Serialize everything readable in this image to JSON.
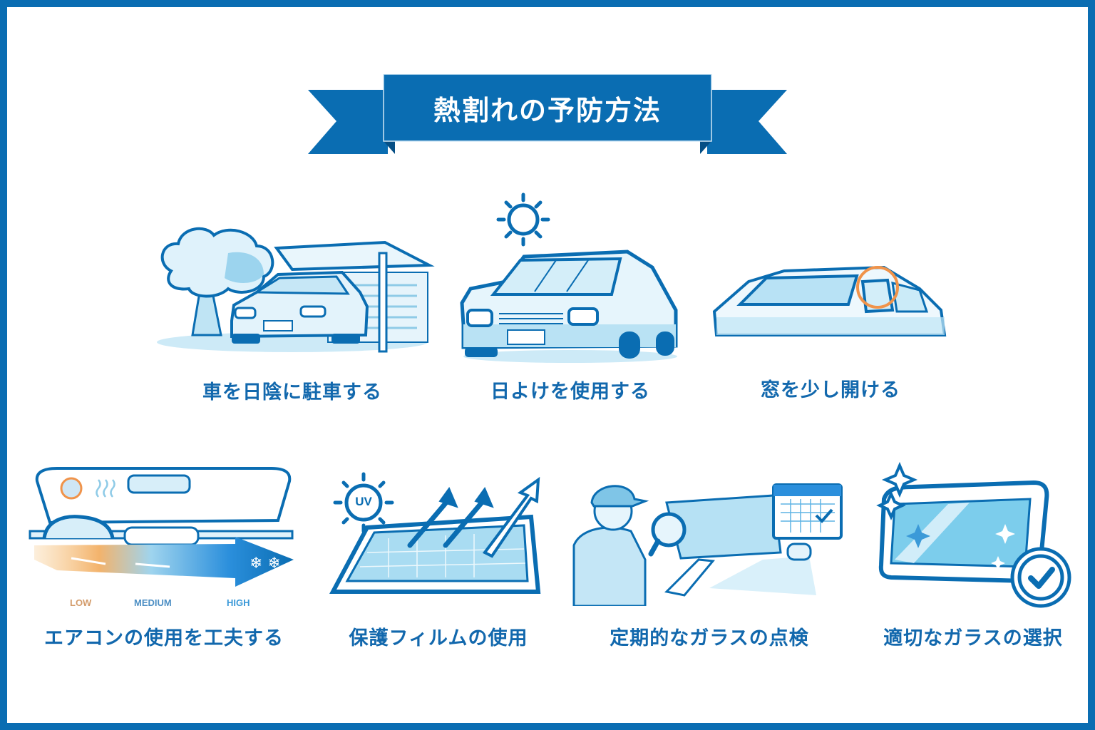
{
  "title": "熱割れの予防方法",
  "colors": {
    "primary": "#0a6db2",
    "caption": "#1268ad",
    "light_blue": "#8fd3ee",
    "accent_orange": "#f0934a"
  },
  "row1": [
    {
      "label": "車を日陰に駐車する",
      "icon": "car-under-carport-tree-icon"
    },
    {
      "label": "日よけを使用する",
      "icon": "car-with-sun-icon"
    },
    {
      "label": "窓を少し開ける",
      "icon": "car-window-open-icon"
    }
  ],
  "row2": [
    {
      "label": "エアコンの使用を工夫する",
      "icon": "air-conditioner-dashboard-icon",
      "levels": [
        "LOW",
        "MEDIUM",
        "HIGH"
      ]
    },
    {
      "label": "保護フィルムの使用",
      "icon": "uv-protection-film-icon",
      "badge": "UV"
    },
    {
      "label": "定期的なガラスの点検",
      "icon": "glass-inspection-icon"
    },
    {
      "label": "適切なガラスの選択",
      "icon": "glass-selection-check-icon"
    }
  ]
}
